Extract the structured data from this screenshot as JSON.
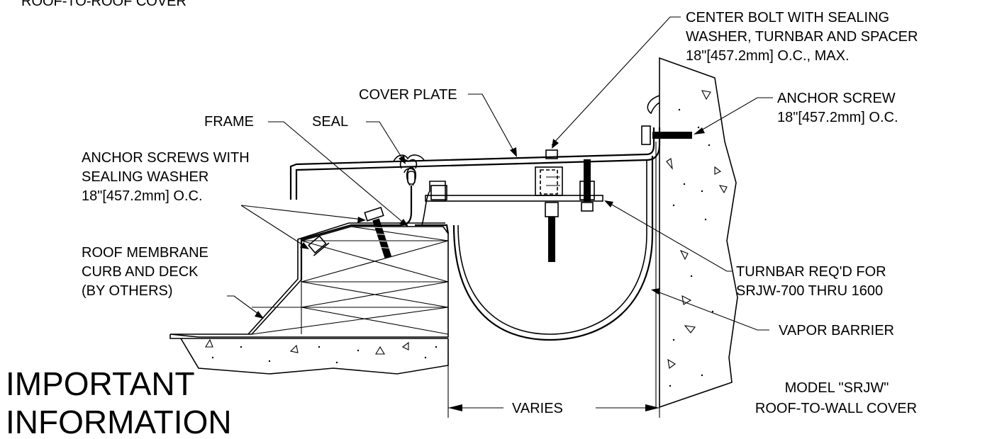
{
  "labels": {
    "top_cut": "ROOF-TO-ROOF COVER",
    "center_bolt": [
      "CENTER BOLT WITH SEALING",
      "WASHER, TURNBAR AND SPACER",
      "18\"[457.2mm] O.C., MAX."
    ],
    "cover_plate": "COVER PLATE",
    "anchor_screw": [
      "ANCHOR SCREW",
      "18\"[457.2mm] O.C."
    ],
    "frame": "FRAME",
    "seal": "SEAL",
    "anchor_screws_washer": [
      "ANCHOR SCREWS WITH",
      "SEALING WASHER",
      "18\"[457.2mm] O.C."
    ],
    "roof_membrane": [
      "ROOF MEMBRANE",
      "CURB AND DECK",
      "(BY OTHERS)"
    ],
    "turnbar": [
      "TURNBAR REQ'D FOR",
      "SRJW-700 THRU 1600"
    ],
    "vapor_barrier": "VAPOR BARRIER",
    "varies": "VARIES",
    "important": [
      "IMPORTANT",
      "INFORMATION"
    ],
    "model": [
      "MODEL \"SRJW\"",
      "ROOF-TO-WALL COVER"
    ]
  }
}
